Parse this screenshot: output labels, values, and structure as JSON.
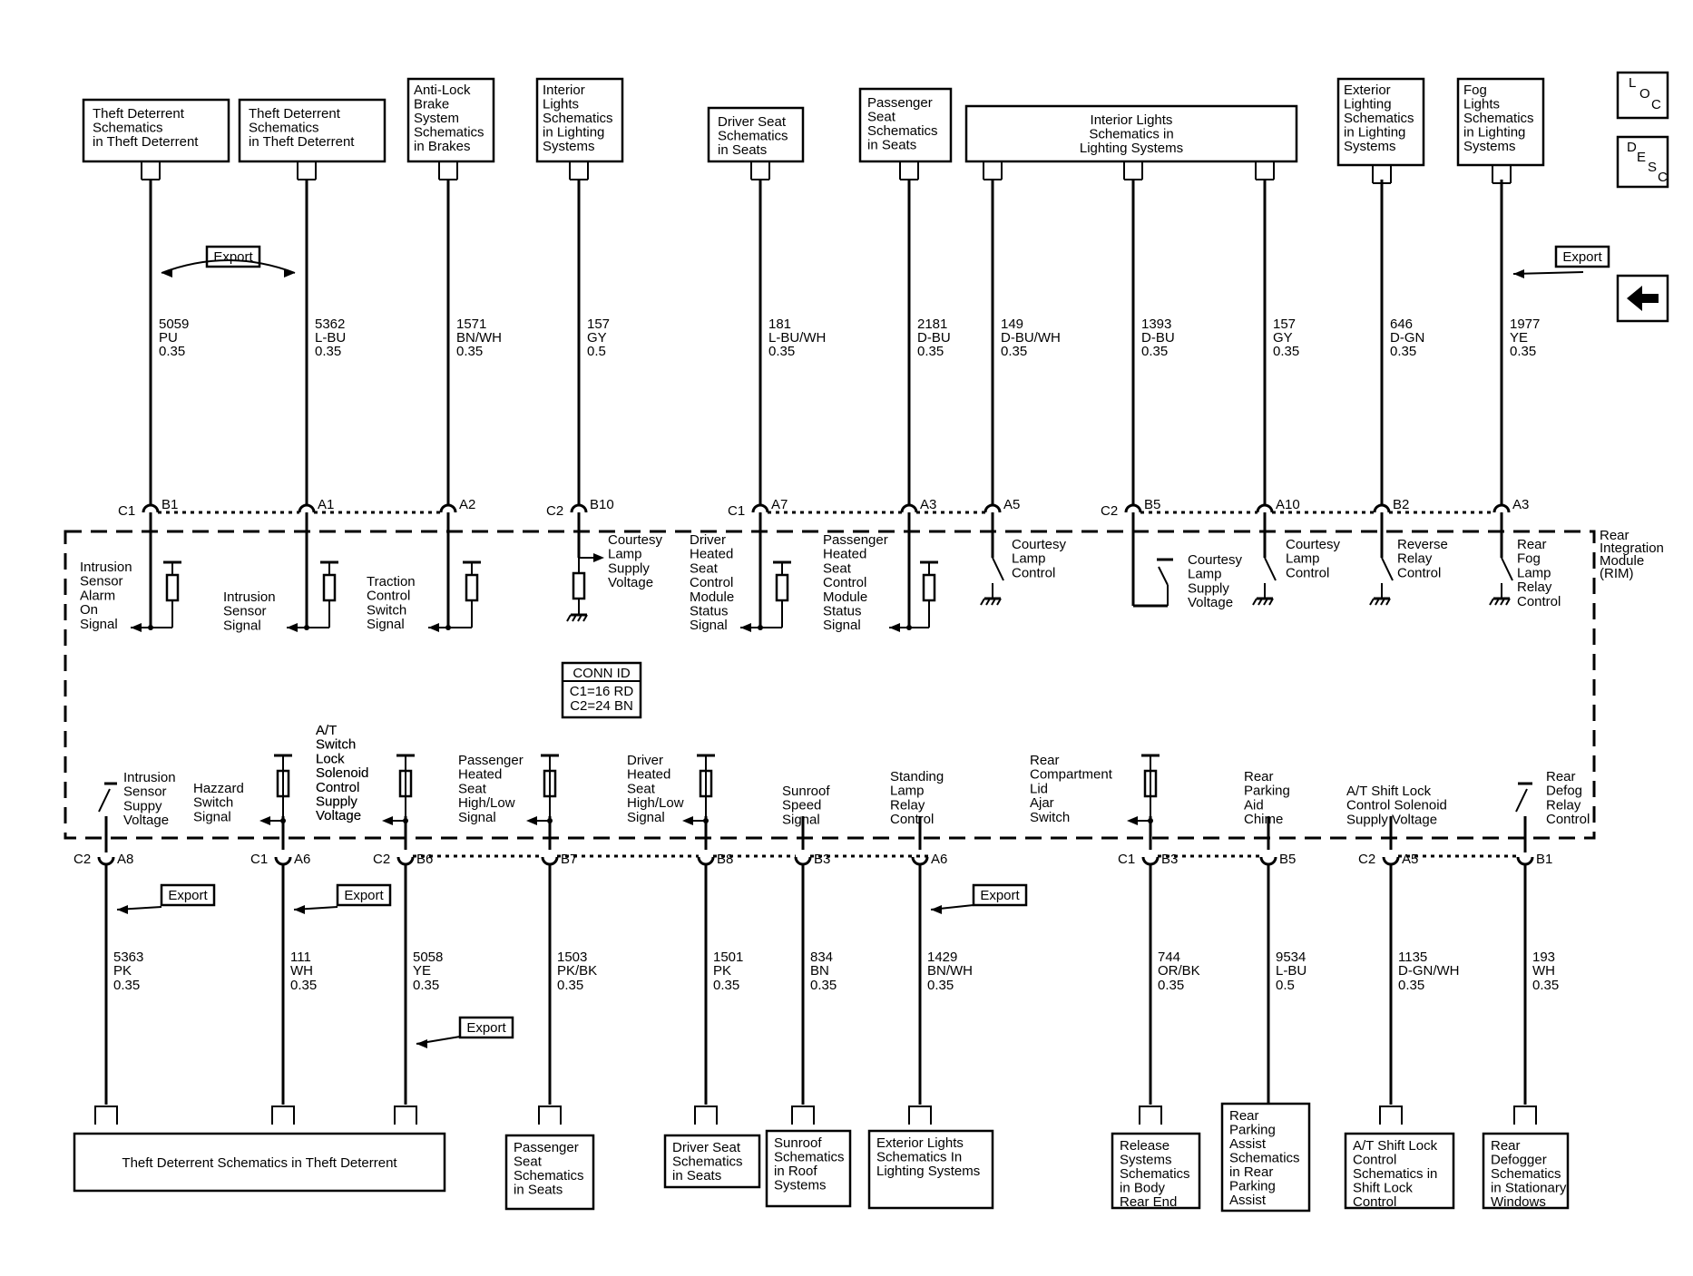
{
  "nav": {
    "loc": [
      "L",
      "O",
      "C"
    ],
    "desc": [
      "D",
      "E",
      "S",
      "C"
    ],
    "back_icon": "arrow-left-icon"
  },
  "module_label": [
    "Rear",
    "Integration",
    "Module",
    "(RIM)"
  ],
  "conn_id": {
    "title": "CONN ID",
    "lines": [
      "C1=16 RD",
      "C2=24 BN"
    ]
  },
  "export_label": "Export",
  "top_boxes": [
    [
      "Theft Deterrent",
      "Schematics",
      "in Theft Deterrent"
    ],
    [
      "Theft Deterrent",
      "Schematics",
      "in Theft Deterrent"
    ],
    [
      "Anti-Lock",
      "Brake",
      "System",
      "Schematics",
      "in Brakes"
    ],
    [
      "Interior",
      "Lights",
      "Schematics",
      "in Lighting",
      "Systems"
    ],
    [
      "Driver Seat",
      "Schematics",
      "in Seats"
    ],
    [
      "Passenger",
      "Seat",
      "Schematics",
      "in Seats"
    ],
    [
      "Interior Lights",
      "Schematics in",
      "Lighting Systems"
    ],
    [
      "Exterior",
      "Lighting",
      "Schematics",
      "in Lighting",
      "Systems"
    ],
    [
      "Fog",
      "Lights",
      "Schematics",
      "in Lighting",
      "Systems"
    ]
  ],
  "top_wires": [
    {
      "circuit": "5059",
      "color": "PU",
      "size": "0.35",
      "conn": "C1",
      "pin": "B1"
    },
    {
      "circuit": "5362",
      "color": "L-BU",
      "size": "0.35",
      "conn": "",
      "pin": "A1"
    },
    {
      "circuit": "1571",
      "color": "BN/WH",
      "size": "0.35",
      "conn": "",
      "pin": "A2"
    },
    {
      "circuit": "157",
      "color": "GY",
      "size": "0.5",
      "conn": "C2",
      "pin": "B10"
    },
    {
      "circuit": "181",
      "color": "L-BU/WH",
      "size": "0.35",
      "conn": "C1",
      "pin": "A7"
    },
    {
      "circuit": "2181",
      "color": "D-BU",
      "size": "0.35",
      "conn": "",
      "pin": "A3"
    },
    {
      "circuit": "149",
      "color": "D-BU/WH",
      "size": "0.35",
      "conn": "",
      "pin": "A5"
    },
    {
      "circuit": "1393",
      "color": "D-BU",
      "size": "0.35",
      "conn": "C2",
      "pin": "B5"
    },
    {
      "circuit": "157",
      "color": "GY",
      "size": "0.35",
      "conn": "",
      "pin": "A10"
    },
    {
      "circuit": "646",
      "color": "D-GN",
      "size": "0.35",
      "conn": "",
      "pin": "B2"
    },
    {
      "circuit": "1977",
      "color": "YE",
      "size": "0.35",
      "conn": "",
      "pin": "A3"
    }
  ],
  "top_signals": [
    [
      "Intrusion",
      "Sensor",
      "Alarm",
      "On",
      "Signal"
    ],
    [
      "Intrusion",
      "Sensor",
      "Signal"
    ],
    [
      "Traction",
      "Control",
      "Switch",
      "Signal"
    ],
    [
      "Courtesy",
      "Lamp",
      "Supply",
      "Voltage"
    ],
    [
      "Driver",
      "Heated",
      "Seat",
      "Control",
      "Module",
      "Status",
      "Signal"
    ],
    [
      "Passenger",
      "Heated",
      "Seat",
      "Control",
      "Module",
      "Status",
      "Signal"
    ],
    [
      "Courtesy",
      "Lamp",
      "Control"
    ],
    [
      "Courtesy",
      "Lamp",
      "Supply",
      "Voltage"
    ],
    [
      "Courtesy",
      "Lamp",
      "Control"
    ],
    [
      "Reverse",
      "Relay",
      "Control"
    ],
    [
      "Rear",
      "Fog",
      "Lamp",
      "Relay",
      "Control"
    ]
  ],
  "bottom_wires": [
    {
      "circuit": "5363",
      "color": "PK",
      "size": "0.35",
      "conn": "C2",
      "pin": "A8"
    },
    {
      "circuit": "111",
      "color": "WH",
      "size": "0.35",
      "conn": "C1",
      "pin": "A6"
    },
    {
      "circuit": "5058",
      "color": "YE",
      "size": "0.35",
      "conn": "C2",
      "pin": "B6"
    },
    {
      "circuit": "1503",
      "color": "PK/BK",
      "size": "0.35",
      "conn": "",
      "pin": "B7"
    },
    {
      "circuit": "1501",
      "color": "PK",
      "size": "0.35",
      "conn": "",
      "pin": "B8"
    },
    {
      "circuit": "834",
      "color": "BN",
      "size": "0.35",
      "conn": "",
      "pin": "B3"
    },
    {
      "circuit": "1429",
      "color": "BN/WH",
      "size": "0.35",
      "conn": "",
      "pin": "A6"
    },
    {
      "circuit": "744",
      "color": "OR/BK",
      "size": "0.35",
      "conn": "C1",
      "pin": "B3"
    },
    {
      "circuit": "9534",
      "color": "L-BU",
      "size": "0.5",
      "conn": "",
      "pin": "B5"
    },
    {
      "circuit": "1135",
      "color": "D-GN/WH",
      "size": "0.35",
      "conn": "C2",
      "pin": "A5"
    },
    {
      "circuit": "193",
      "color": "WH",
      "size": "0.35",
      "conn": "",
      "pin": "B1"
    }
  ],
  "bottom_signals": [
    [
      "Intrusion",
      "Sensor",
      "Suppy",
      "Voltage"
    ],
    [
      "Hazzard",
      "Switch",
      "Signal"
    ],
    [
      "A/T",
      "Switch",
      "Lock",
      "Solenoid",
      "Control",
      "Supply",
      "Voltage"
    ],
    [
      "Passenger",
      "Heated",
      "Seat",
      "High/Low",
      "Signal"
    ],
    [
      "Driver",
      "Heated",
      "Seat",
      "High/Low",
      "Signal"
    ],
    [
      "Sunroof",
      "Speed",
      "Signal"
    ],
    [
      "Standing",
      "Lamp",
      "Relay",
      "Control"
    ],
    [
      "Rear",
      "Compartment",
      "Lid",
      "Ajar",
      "Switch"
    ],
    [
      "Rear",
      "Parking",
      "Aid",
      "Chime"
    ],
    [
      "A/T Shift Lock",
      "Control Solenoid",
      "Supply Voltage"
    ],
    [
      "Rear",
      "Defog",
      "Relay",
      "Control"
    ]
  ],
  "bottom_boxes": [
    [
      "Theft Deterrent Schematics in Theft Deterrent"
    ],
    [
      "Passenger",
      "Seat",
      "Schematics",
      "in Seats"
    ],
    [
      "Driver Seat",
      "Schematics",
      "in Seats"
    ],
    [
      "Sunroof",
      "Schematics",
      "in Roof",
      "Systems"
    ],
    [
      "Exterior Lights",
      "Schematics In",
      "Lighting Systems"
    ],
    [
      "Release",
      "Systems",
      "Schematics",
      "in Body",
      "Rear End"
    ],
    [
      "Rear",
      "Parking",
      "Assist",
      "Schematics",
      "in Rear",
      "Parking",
      "Assist"
    ],
    [
      "A/T Shift Lock",
      "Control",
      "Schematics in",
      "Shift Lock",
      "Control"
    ],
    [
      "Rear",
      "Defogger",
      "Schematics",
      "in Stationary",
      "Windows"
    ]
  ]
}
